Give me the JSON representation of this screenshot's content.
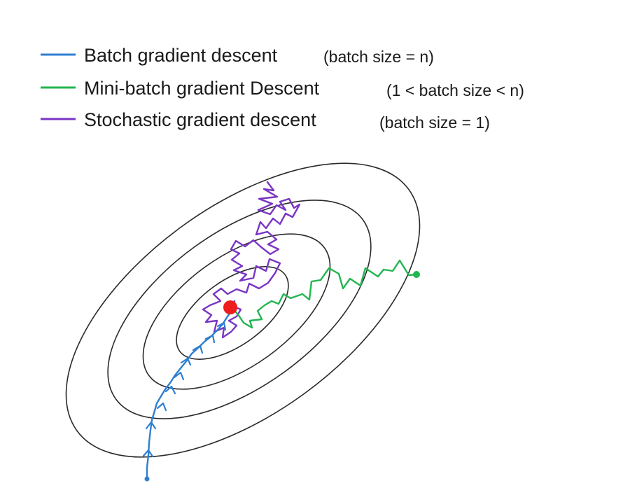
{
  "colors": {
    "batch": "#2f7fd0",
    "minibatch": "#22b550",
    "stochastic": "#7a35c4",
    "minimum": "#ee1c1c",
    "contour": "#2a2a2a"
  },
  "legend": [
    {
      "key": "batch",
      "name": "Batch gradient descent",
      "note": "(batch size = n)"
    },
    {
      "key": "minibatch",
      "name": "Mini-batch gradient Descent",
      "note": "(1 < batch size < n)"
    },
    {
      "key": "stochastic",
      "name": "Stochastic gradient descent",
      "note": "(batch size = 1)"
    }
  ],
  "contours": {
    "count": 4,
    "shape": "concentric ellipses"
  },
  "paths": [
    {
      "key": "batch",
      "behavior": "smooth",
      "markers": "arrows"
    },
    {
      "key": "minibatch",
      "behavior": "moderate-zigzag",
      "markers": "start-dot"
    },
    {
      "key": "stochastic",
      "behavior": "noisy-random-walk",
      "markers": "none"
    }
  ],
  "minimum": {
    "marker": "red-dot"
  }
}
